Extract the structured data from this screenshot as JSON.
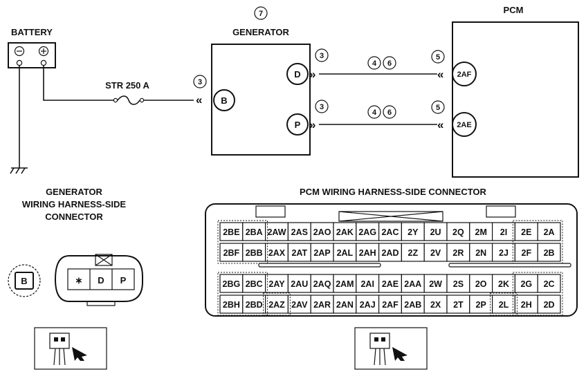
{
  "battery": {
    "label": "BATTERY",
    "neg": "⊖",
    "pos": "⊕"
  },
  "fuse": {
    "label": "STR 250 A"
  },
  "generator": {
    "label": "GENERATOR",
    "num": "7",
    "term_b": "B",
    "term_d": "D",
    "term_p": "P",
    "num_b": "3",
    "num_d": "3",
    "num_p": "3"
  },
  "pcm": {
    "label": "PCM",
    "term_af": "2AF",
    "term_ae": "2AE",
    "num_af": "5",
    "num_ae": "5"
  },
  "wires": {
    "d_nums": [
      "4",
      "6"
    ],
    "p_nums": [
      "4",
      "6"
    ]
  },
  "gen_connector": {
    "title_lines": [
      "GENERATOR",
      "WIRING HARNESS-SIDE",
      "CONNECTOR"
    ],
    "small_pin": "B",
    "pins": [
      "∗",
      "D",
      "P"
    ]
  },
  "pcm_connector": {
    "title": "PCM WIRING HARNESS-SIDE CONNECTOR",
    "rows": [
      [
        "2BE",
        "2BA",
        "2AW",
        "2AS",
        "2AO",
        "2AK",
        "2AG",
        "2AC",
        "2Y",
        "2U",
        "2Q",
        "2M",
        "2I",
        "2E",
        "2A"
      ],
      [
        "2BF",
        "2BB",
        "2AX",
        "2AT",
        "2AP",
        "2AL",
        "2AH",
        "2AD",
        "2Z",
        "2V",
        "2R",
        "2N",
        "2J",
        "2F",
        "2B"
      ],
      [
        "2BG",
        "2BC",
        "2AY",
        "2AU",
        "2AQ",
        "2AM",
        "2AI",
        "2AE",
        "2AA",
        "2W",
        "2S",
        "2O",
        "2K",
        "2G",
        "2C"
      ],
      [
        "2BH",
        "2BD",
        "2AZ",
        "2AV",
        "2AR",
        "2AN",
        "2AJ",
        "2AF",
        "2AB",
        "2X",
        "2T",
        "2P",
        "2L",
        "2H",
        "2D"
      ]
    ]
  }
}
